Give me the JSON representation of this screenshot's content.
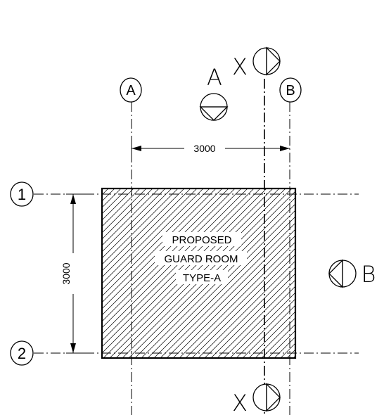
{
  "grid": {
    "columns": [
      "A",
      "B"
    ],
    "rows": [
      "1",
      "2"
    ]
  },
  "dimensions": {
    "horizontal": "3000",
    "vertical": "3000"
  },
  "room_label": {
    "line1": "PROPOSED",
    "line2": "GUARD ROOM",
    "line3": "TYPE-A"
  },
  "section_markers": {
    "section_x_top": "X",
    "section_x_bottom": "X",
    "elevation_a": "A",
    "elevation_b": "B"
  }
}
